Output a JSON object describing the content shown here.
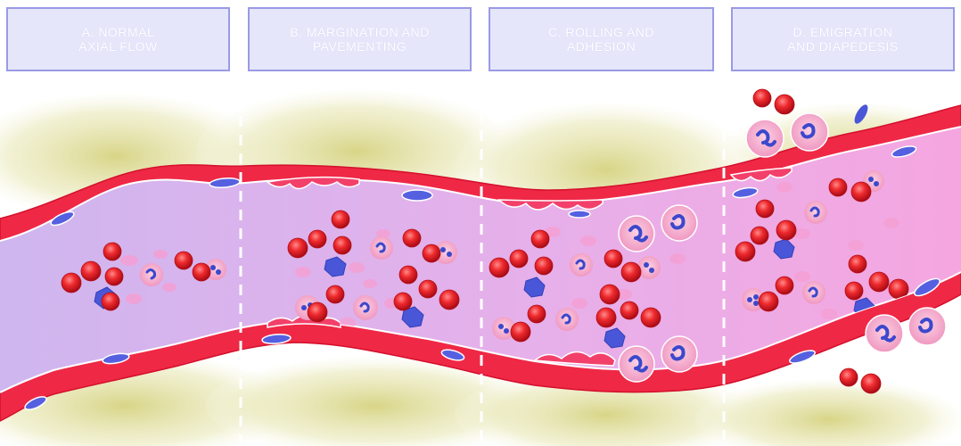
{
  "stages": [
    {
      "id": "A",
      "label": "A. NORMAL\nAXIAL FLOW"
    },
    {
      "id": "B",
      "label": "B. MARGINATION AND\nPAVEMENTING"
    },
    {
      "id": "C",
      "label": "C. ROLLING AND\nADHESION"
    },
    {
      "id": "D",
      "label": "D. EMIGRATION\nAND DIAPEDESIS"
    }
  ],
  "colors": {
    "label_fill": "#e6e6fb",
    "label_border": "#9a9ae6",
    "vessel_wall": "#ee1c3c",
    "endothelium": "#f03a5a",
    "lumen": "#e9a6e6",
    "red_blood_cell": "#e01a22",
    "leukocyte": "#f4a2c4",
    "nucleus": "#4a56d8",
    "tissue": "#d8d68a"
  },
  "icons": [
    "red-blood-cell",
    "leukocyte",
    "platelet",
    "endothelial-nucleus"
  ]
}
